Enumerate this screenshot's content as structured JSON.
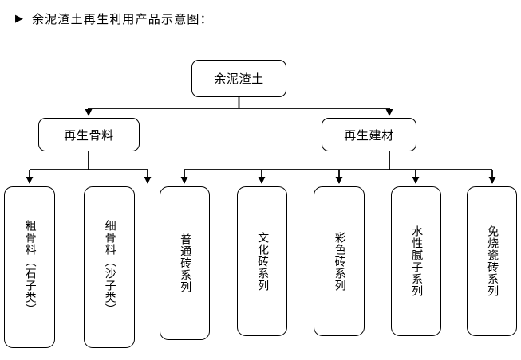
{
  "title": {
    "bullet": "▶",
    "text": "余泥渣土再生利用产品示意图："
  },
  "diagram": {
    "type": "tree",
    "orientation": "top-down",
    "line_color": "#000000",
    "box_fill": "#ffffff",
    "root": {
      "label": "余泥渣土"
    },
    "level2": [
      {
        "label": "再生骨料"
      },
      {
        "label": "再生建材"
      }
    ],
    "leaves": [
      {
        "label": "粗骨料（石子类）",
        "parent": "再生骨料"
      },
      {
        "label": "细骨料（沙子类）",
        "parent": "再生骨料"
      },
      {
        "label": "普通砖系列",
        "parent": "再生建材"
      },
      {
        "label": "文化砖系列",
        "parent": "再生建材"
      },
      {
        "label": "彩色砖系列",
        "parent": "再生建材"
      },
      {
        "label": "水性腻子系列",
        "parent": "再生建材"
      },
      {
        "label": "免烧瓷砖系列",
        "parent": "再生建材"
      }
    ]
  }
}
